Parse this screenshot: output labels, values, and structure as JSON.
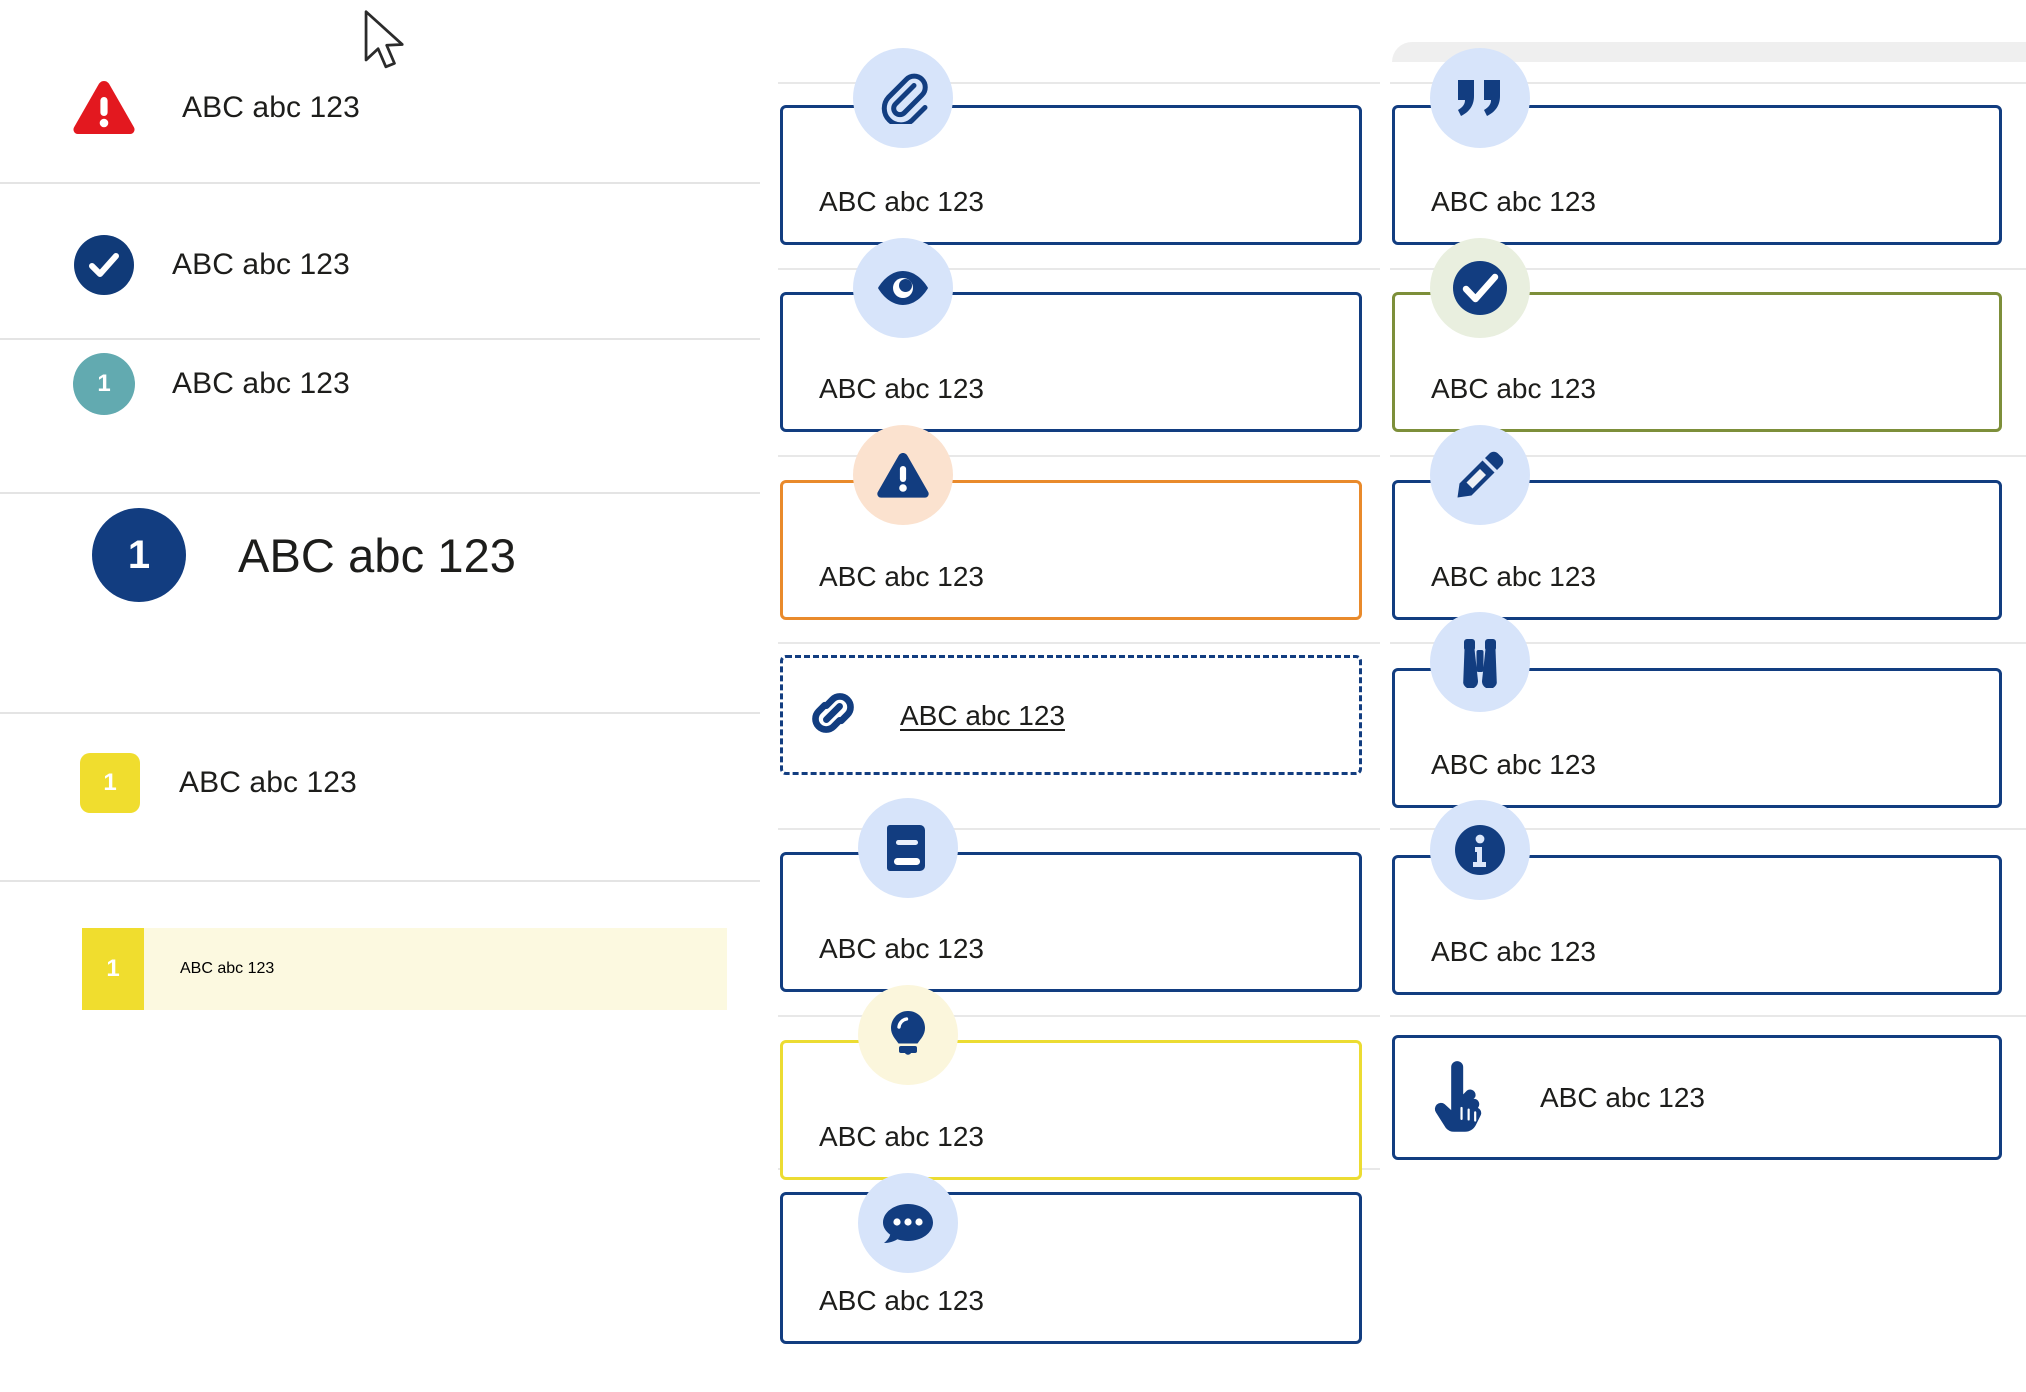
{
  "left_panel": {
    "rows": [
      {
        "icon": "warning-triangle-red-icon",
        "badge": "",
        "label": "ABC abc 123"
      },
      {
        "icon": "check-circle-navy-icon",
        "badge": "",
        "label": "ABC abc 123"
      },
      {
        "icon": "number-circle-teal-icon",
        "badge": "1",
        "label": "ABC abc 123"
      },
      {
        "icon": "number-circle-navy-large-icon",
        "badge": "1",
        "label": "ABC abc 123"
      },
      {
        "icon": "number-square-yellow-icon",
        "badge": "1",
        "label": "ABC abc 123"
      },
      {
        "icon": "number-square-yellow-highlight-icon",
        "badge": "1",
        "label": "ABC abc 123"
      }
    ]
  },
  "middle_column": {
    "cards": [
      {
        "icon": "paperclip-icon",
        "label": "ABC abc 123",
        "border": "navy"
      },
      {
        "icon": "eye-icon",
        "label": "ABC abc 123",
        "border": "navy"
      },
      {
        "icon": "warning-alert-icon",
        "label": "ABC abc 123",
        "border": "orange"
      },
      {
        "icon": "link-chain-icon",
        "label": "ABC abc 123",
        "border": "dashed"
      },
      {
        "icon": "book-icon",
        "label": "ABC abc 123",
        "border": "navy"
      },
      {
        "icon": "lightbulb-icon",
        "label": "ABC abc 123",
        "border": "yellow"
      },
      {
        "icon": "speech-bubble-icon",
        "label": "ABC abc 123",
        "border": "navy"
      }
    ]
  },
  "right_column": {
    "cards": [
      {
        "icon": "quote-marks-icon",
        "label": "ABC abc 123",
        "border": "navy"
      },
      {
        "icon": "check-circle-icon",
        "label": "ABC abc 123",
        "border": "green"
      },
      {
        "icon": "pencil-edit-icon",
        "label": "ABC abc 123",
        "border": "navy"
      },
      {
        "icon": "binoculars-icon",
        "label": "ABC abc 123",
        "border": "navy"
      },
      {
        "icon": "info-circle-icon",
        "label": "ABC abc 123",
        "border": "navy"
      },
      {
        "icon": "hand-pointer-icon",
        "label": "ABC abc 123",
        "border": "navy"
      }
    ]
  },
  "colors": {
    "navy": "#123d80",
    "red": "#e3181f",
    "orange": "#e98a2b",
    "green": "#7d8f3a",
    "yellow": "#ecdc32",
    "teal": "#62aab0",
    "bubble_blue": "#d7e4fa",
    "bubble_peach": "#fbe2cf",
    "bubble_green": "#e9efdf",
    "bubble_cream": "#fbf6dc",
    "highlight_bg": "#fcf9e0",
    "separator": "#e4e4e4"
  },
  "cursor": {
    "name": "mouse-pointer"
  }
}
